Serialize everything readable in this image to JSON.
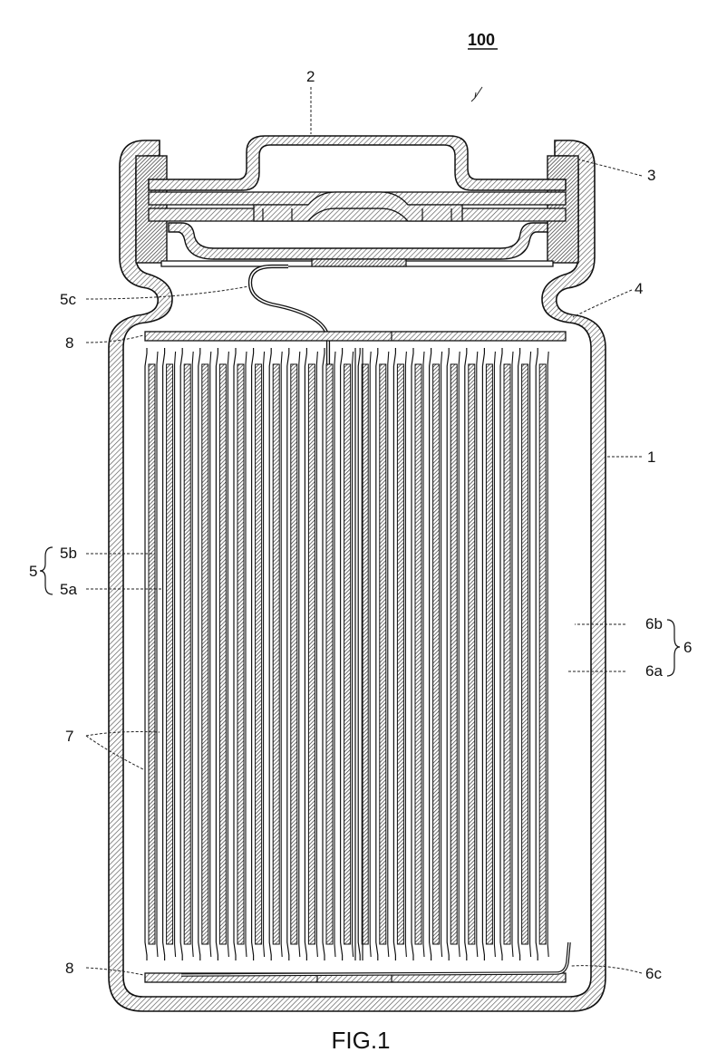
{
  "figure": {
    "caption": "FIG.1",
    "labels": {
      "assembly": "100",
      "cap": "2",
      "gasket": "3",
      "groove": "4",
      "case": "1",
      "positive_tab": "5c",
      "insulator_top": "8",
      "insulator_bottom": "8",
      "positive": "5",
      "positive_collector": "5b",
      "positive_active": "5a",
      "negative": "6",
      "negative_collector": "6b",
      "negative_active": "6a",
      "separator": "7",
      "negative_tab": "6c"
    }
  }
}
